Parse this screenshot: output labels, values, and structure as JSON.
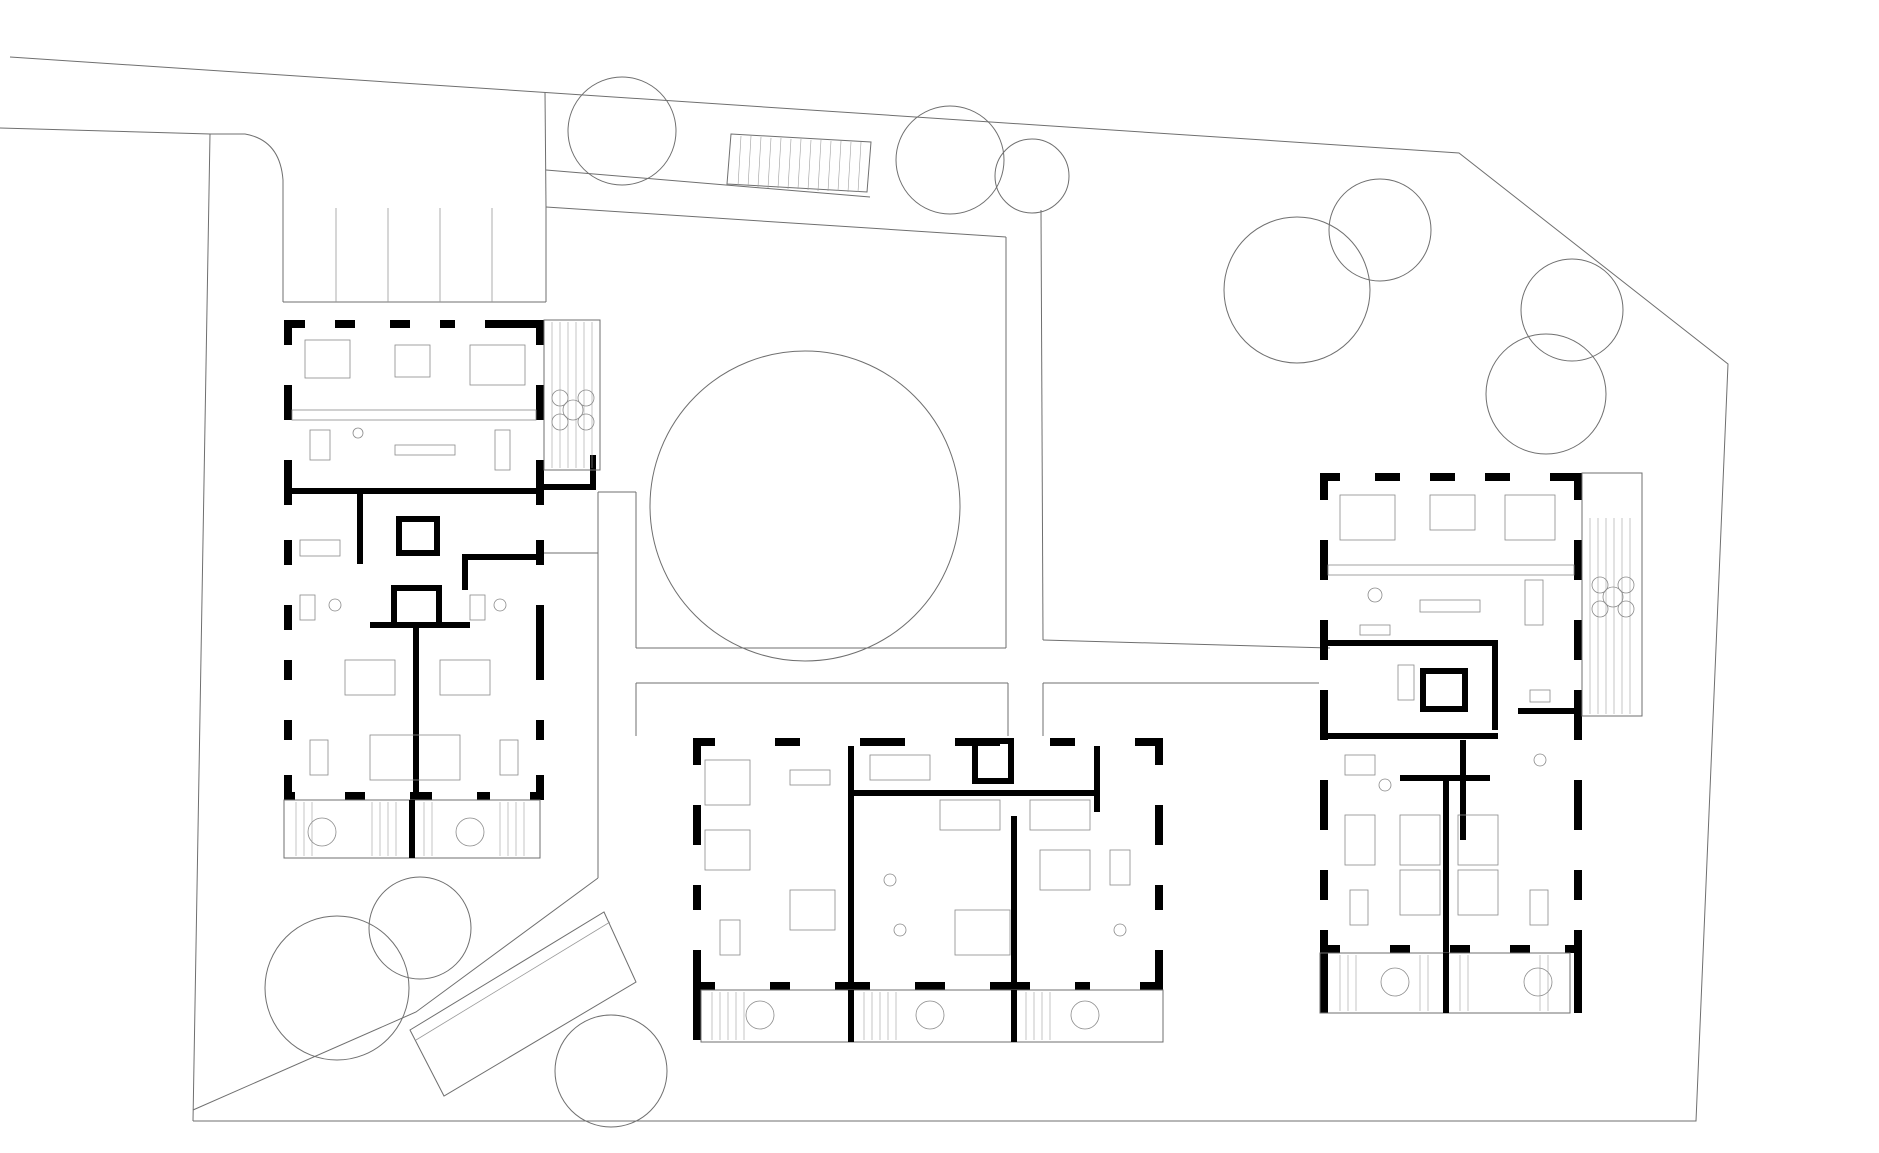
{
  "drawing": {
    "type": "site-plan",
    "colors": {
      "background": "#ffffff",
      "walls": "#000000",
      "lines": "#6f6f6f"
    },
    "elements": [
      "site-boundary",
      "paths",
      "trees",
      "parking-bays",
      "circular-lawn",
      "building-west",
      "building-south",
      "building-east",
      "terraces",
      "ramp"
    ]
  }
}
